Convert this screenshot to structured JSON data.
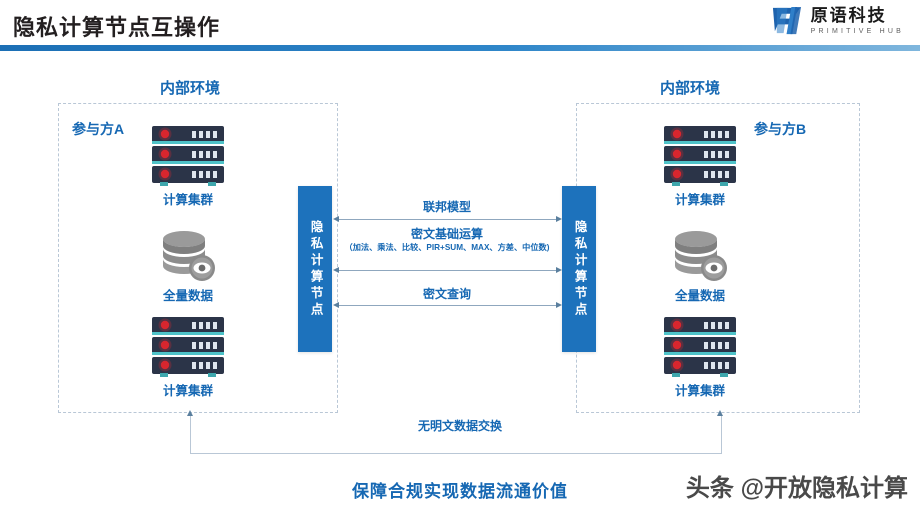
{
  "header": {
    "title": "隐私计算节点互操作",
    "logo_cn": "原语科技",
    "logo_en": "PRIMITIVE HUB",
    "logo_icon": "primitive-hub-logo-icon",
    "rule_color": "#1c6fb5"
  },
  "diagram": {
    "accent_color": "#1668b3",
    "node_color": "#1d72bc",
    "env_label_left": "内部环境",
    "env_label_right": "内部环境",
    "party_left": "参与方A",
    "party_right": "参与方B",
    "node_left": "隐私计算节点",
    "node_right": "隐私计算节点",
    "icons": {
      "cluster_label": "计算集群",
      "data_label": "全量数据",
      "server_icon": "server-rack-icon",
      "database_icon": "database-eye-icon"
    },
    "left_icons": [
      {
        "type": "server-rack-icon",
        "label": "计算集群"
      },
      {
        "type": "database-eye-icon",
        "label": "全量数据"
      },
      {
        "type": "server-rack-icon",
        "label": "计算集群"
      }
    ],
    "right_icons": [
      {
        "type": "server-rack-icon",
        "label": "计算集群"
      },
      {
        "type": "database-eye-icon",
        "label": "全量数据"
      },
      {
        "type": "server-rack-icon",
        "label": "计算集群"
      }
    ],
    "flows": [
      {
        "label": "联邦模型",
        "sub": ""
      },
      {
        "label": "密文基础运算",
        "sub": "（加法、乘法、比较、PIR+SUM、MAX、方差、中位数)"
      },
      {
        "label": "密文查询",
        "sub": ""
      }
    ],
    "bracket_label": "无明文数据交换",
    "footer_line": "保障合规实现数据流通价值"
  },
  "watermark": "头条 @开放隐私计算"
}
